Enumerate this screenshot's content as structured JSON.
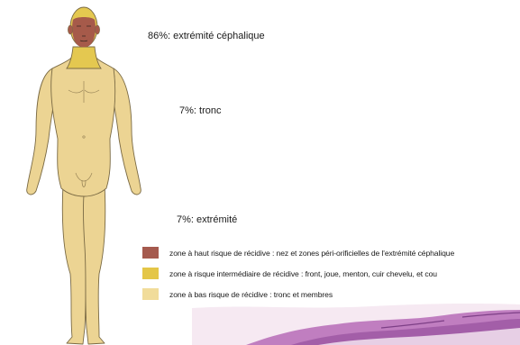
{
  "annotations": {
    "head": "86%: extrémité céphalique",
    "trunk": "7%: tronc",
    "limbs": "7%: extrémité"
  },
  "legend": [
    {
      "label": "zone à haut risque de récidive : nez et zones péri-orificielles de l'extrémité céphalique",
      "color": "#a55a4e"
    },
    {
      "label": "zone à risque intermédiaire  de récidive : front, joue, menton, cuir chevelu, et cou",
      "color": "#e4c647"
    },
    {
      "label": "zone à bas risque de récidive : tronc et membres",
      "color": "#f1dc9a"
    }
  ],
  "colors": {
    "skin_low": "#ecd493",
    "skin_mid": "#e4c850",
    "skin_high": "#a65a4a",
    "outline": "#7a6a44",
    "histology": "#b97bb8"
  }
}
